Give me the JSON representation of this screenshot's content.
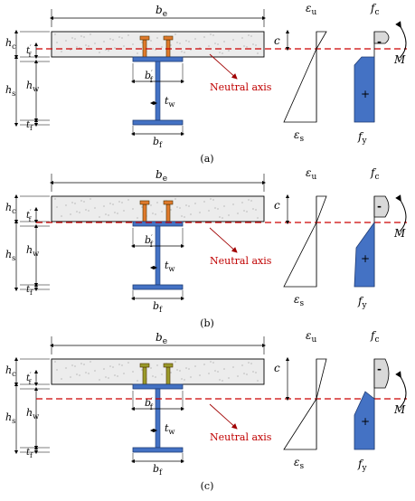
{
  "panels": [
    {
      "id": "a",
      "caption": "(a)",
      "labels": {
        "be": "b",
        "be_sub": "e",
        "hc": "h",
        "hc_sub": "c",
        "tfp": "t",
        "tfp_sub": "f",
        "tfp_sup": "′",
        "hs": "h",
        "hs_sub": "s",
        "hw": "h",
        "hw_sub": "w",
        "tf": "t",
        "tf_sub": "f",
        "bfp": "b",
        "bfp_sub": "f",
        "bfp_sup": "′",
        "tw": "t",
        "tw_sub": "w",
        "bf": "b",
        "bf_sub": "f",
        "c": "c",
        "neutral": "Neutral axis",
        "eu": "ε",
        "eu_sub": "u",
        "es": "ε",
        "es_sub": "s",
        "fc": "f",
        "fc_sub": "c",
        "fy": "f",
        "fy_sub": "y",
        "minus": "-",
        "plus": "+",
        "M": "M"
      }
    },
    {
      "id": "b",
      "caption": "(b)",
      "labels": {
        "be": "b",
        "be_sub": "e",
        "hc": "h",
        "hc_sub": "c",
        "tfp": "t",
        "tfp_sub": "f",
        "tfp_sup": "′",
        "hs": "h",
        "hs_sub": "s",
        "hw": "h",
        "hw_sub": "w",
        "tf": "t",
        "tf_sub": "f",
        "bfp": "b",
        "bfp_sub": "f",
        "bfp_sup": "′",
        "tw": "t",
        "tw_sub": "w",
        "bf": "b",
        "bf_sub": "f",
        "c": "c",
        "neutral": "Neutral axis",
        "eu": "ε",
        "eu_sub": "u",
        "es": "ε",
        "es_sub": "s",
        "fc": "f",
        "fc_sub": "c",
        "fy": "f",
        "fy_sub": "y",
        "minus": "-",
        "plus": "+",
        "M": "M"
      }
    },
    {
      "id": "c",
      "caption": "(c)",
      "labels": {
        "be": "b",
        "be_sub": "e",
        "hc": "h",
        "hc_sub": "c",
        "tfp": "t",
        "tfp_sub": "f",
        "tfp_sup": "′",
        "hs": "h",
        "hs_sub": "s",
        "hw": "h",
        "hw_sub": "w",
        "tf": "t",
        "tf_sub": "f",
        "bfp": "b",
        "bfp_sub": "f",
        "bfp_sup": "′",
        "tw": "t",
        "tw_sub": "w",
        "bf": "b",
        "bf_sub": "f",
        "c": "c",
        "neutral": "Neutral axis",
        "eu": "ε",
        "eu_sub": "u",
        "es": "ε",
        "es_sub": "s",
        "fc": "f",
        "fc_sub": "c",
        "fy": "f",
        "fy_sub": "y",
        "minus": "-",
        "plus": "+",
        "M": "M"
      }
    }
  ],
  "colors": {
    "neutral_line": "#cc0000",
    "steel": "#4472c4",
    "steel_dark": "#1f3b73",
    "stud_orange": "#e07a2b",
    "stud_olive": "#9a9a2a",
    "concrete": "#ececec",
    "concrete_stress": "#d9d9d9",
    "label_red": "#c00000"
  }
}
